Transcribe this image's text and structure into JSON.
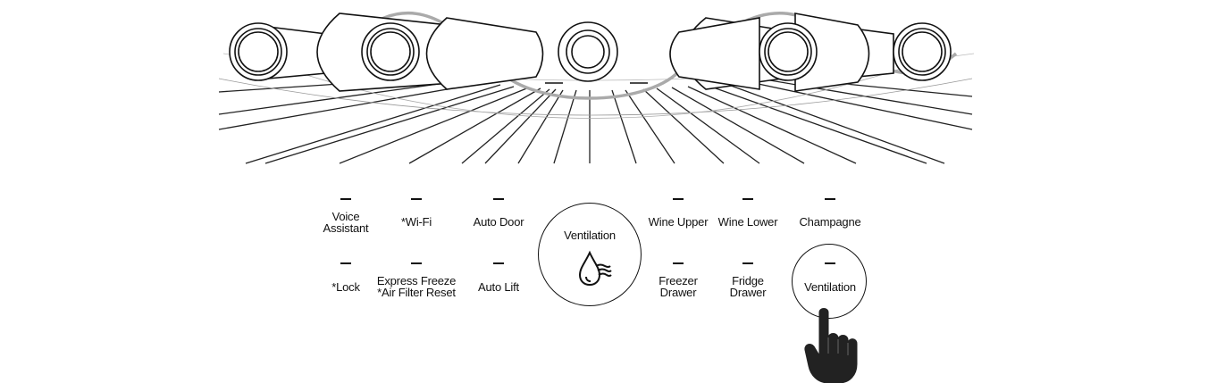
{
  "panel": {
    "row1": [
      {
        "key": "voice",
        "label_l1": "Voice",
        "label_l2": "Assistant"
      },
      {
        "key": "wifi",
        "label_l1": "*Wi-Fi"
      },
      {
        "key": "autodoor",
        "label_l1": "Auto Door"
      },
      {
        "key": "wineupper",
        "label_l1": "Wine Upper"
      },
      {
        "key": "winelower",
        "label_l1": "Wine Lower"
      },
      {
        "key": "champagne",
        "label_l1": "Champagne"
      }
    ],
    "row2": [
      {
        "key": "lock",
        "label_l1": "*Lock"
      },
      {
        "key": "expressfreeze",
        "label_l1": "Express Freeze",
        "label_l2": "*Air Filter Reset"
      },
      {
        "key": "autolift",
        "label_l1": "Auto Lift"
      },
      {
        "key": "freezerdrawer",
        "label_l1": "Freezer",
        "label_l2": "Drawer"
      },
      {
        "key": "fridgedrawer",
        "label_l1": "Fridge",
        "label_l2": "Drawer"
      },
      {
        "key": "ventilation_small",
        "label_l1": "Ventilation"
      }
    ],
    "center_button": {
      "label": "Ventilation",
      "icon": "water-drop-wind-icon"
    }
  },
  "pointer": {
    "icon": "pointing-hand-icon"
  }
}
